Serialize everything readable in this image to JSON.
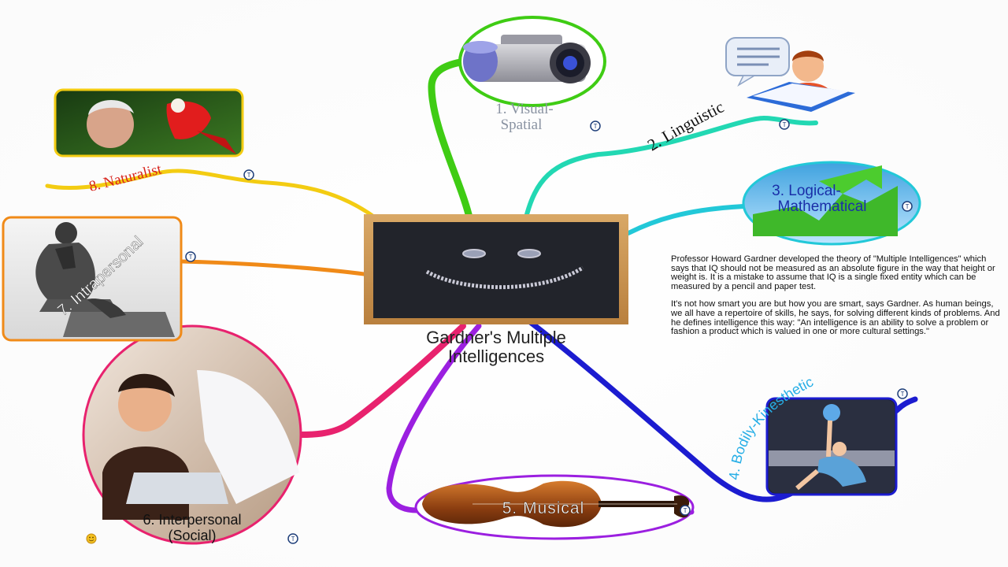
{
  "center": {
    "line1": "Gardner's Multiple",
    "line2": "Intelligences"
  },
  "branches": [
    {
      "id": "visual",
      "label_line1": "1. Visual-",
      "label_line2": "Spatial",
      "color": "#4ccc1a"
    },
    {
      "id": "linguistic",
      "label": "2. Linguistic",
      "color": "#22d7b0"
    },
    {
      "id": "logical",
      "label_line1": "3. Logical-",
      "label_line2": "Mathematical",
      "color": "#24c7d2"
    },
    {
      "id": "bodily",
      "label": "4. Bodily-Kinesthetic",
      "color": "#1f1fc8"
    },
    {
      "id": "musical",
      "label": "5. Musical",
      "color": "#a41fd8"
    },
    {
      "id": "interpersonal",
      "label_line1": "6. Interpersonal",
      "label_line2": "(Social)",
      "color": "#e8246f"
    },
    {
      "id": "intrapersonal",
      "label": "7. Intrapersonal",
      "color": "#f08a1c"
    },
    {
      "id": "naturalist",
      "label": "8. Naturalist",
      "color": "#f2cc1a"
    }
  ],
  "description": {
    "paragraph1": "Professor Howard Gardner developed the theory of \"Multiple Intelligences\" which says that IQ should not be measured as an absolute figure in the way that height or weight is. It is a mistake to assume that IQ is a single fixed entity which can be measured by a pencil and paper test.",
    "paragraph2": "It's not how smart you are but how you are smart, says Gardner. As human beings, we all have a repertoire of skills, he says, for solving different kinds of problems. And he defines intelligence this way: \"An intelligence is an ability to solve a problem or fashion a product which is valued in one or more cultural settings.\""
  },
  "icons": [
    "camera-icon",
    "reader-icon",
    "chart-icon",
    "gymnast-photo",
    "violin-icon",
    "office-photo",
    "thinker-statue",
    "naturalist-photo",
    "note-icon",
    "smiley-icon",
    "chalkboard"
  ]
}
